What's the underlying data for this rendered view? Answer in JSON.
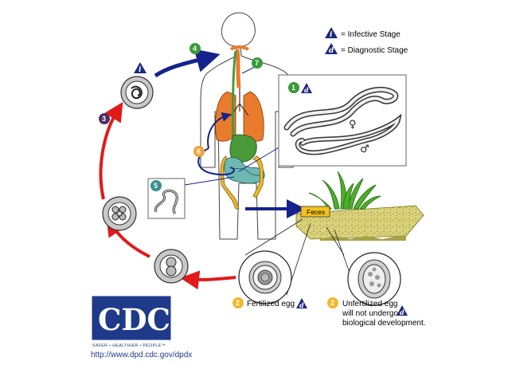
{
  "legend": {
    "infective_symbol": "i",
    "infective_label": "= Infective Stage",
    "diagnostic_symbol": "d",
    "diagnostic_label": "= Diagnostic Stage"
  },
  "stages": {
    "s1": "1",
    "s2a": "2",
    "s2b": "2",
    "s3": "3",
    "s4": "4",
    "s5": "5",
    "s6": "6",
    "s7": "7"
  },
  "labels": {
    "female_symbol": "♀",
    "male_symbol": "♂",
    "feces": "Feces",
    "fertilized_egg": "Fertilized egg",
    "unfertilized_line1": "Unfertilized egg",
    "unfertilized_line2": "will not undergo",
    "unfertilized_line3": "biological development."
  },
  "logo": {
    "text": "CDC",
    "tagline": "SAFER • HEALTHIER • PEOPLE™"
  },
  "url": "http://www.dpd.cdc.gov/dpdx",
  "colors": {
    "badge_green": "#3a9a3a",
    "badge_teal": "#3a8f8f",
    "badge_purple": "#4b2e63",
    "badge_orange": "#f2a23a",
    "badge_yellow": "#f0b92a",
    "triangle_navy": "#1c2a7a",
    "arrow_red": "#e01a1a",
    "arrow_blue": "#14238c",
    "lung_orange": "#e97b2c",
    "intestine_green": "#4a9a3a",
    "cdc_blue": "#1f3a8a"
  }
}
